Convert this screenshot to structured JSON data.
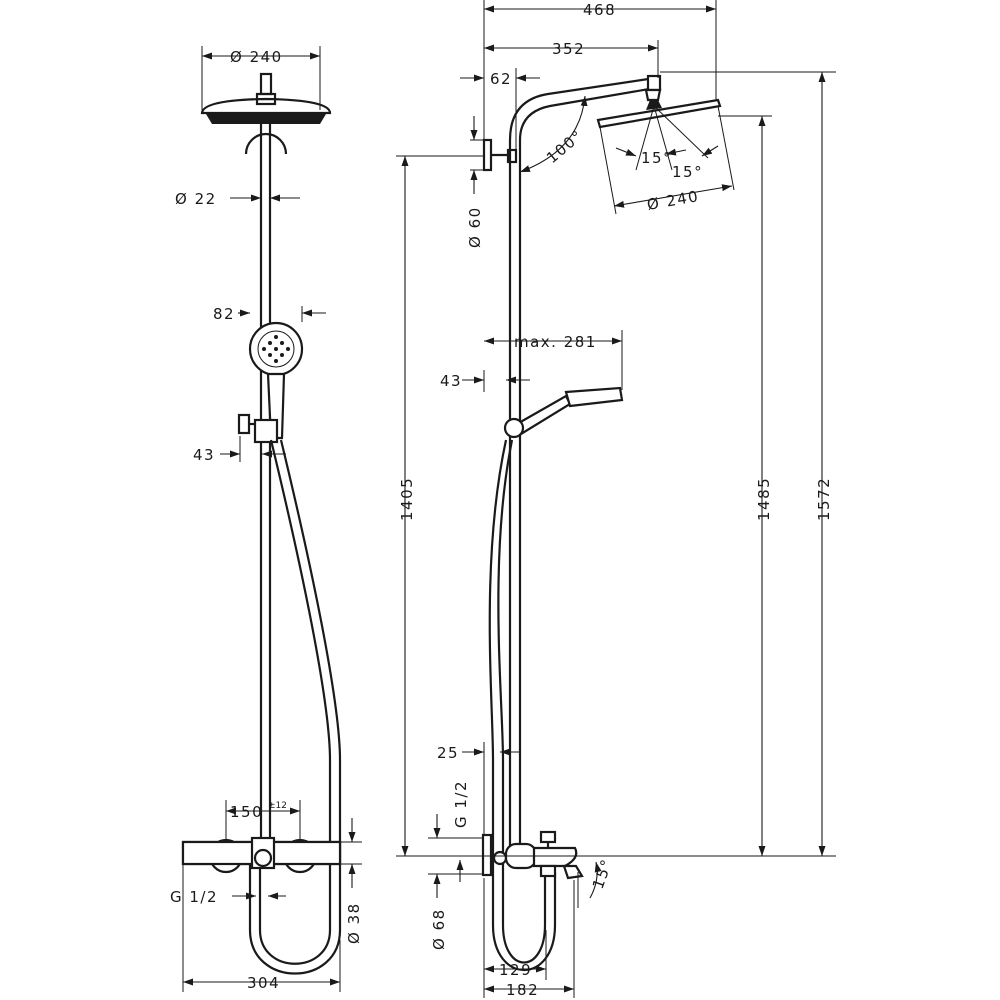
{
  "dimensions": {
    "front": {
      "head_diameter": "Ø 240",
      "pipe_diameter": "Ø 22",
      "handshower_width": "82",
      "holder_offset": "43",
      "inlet_spacing": "150",
      "inlet_tolerance": "±12",
      "connection_thread": "G 1/2",
      "mixer_diameter": "Ø 38",
      "mixer_width": "304"
    },
    "side": {
      "total_projection": "468",
      "arm_projection": "352",
      "wall_offset": "62",
      "arm_angle": "100°",
      "tilt_left": "15°",
      "tilt_right": "15°",
      "head_diameter": "Ø 240",
      "bracket_diameter": "Ø 60",
      "handshower_reach": "max. 281",
      "holder_offset": "43",
      "height_bracket": "1405",
      "height_head": "1485",
      "height_total": "1572",
      "rail_offset": "25",
      "connection_thread": "G 1/2",
      "rosette_diameter": "Ø 68",
      "spout_angle": "15°",
      "mixer_depth": "129",
      "spout_reach": "182"
    }
  }
}
